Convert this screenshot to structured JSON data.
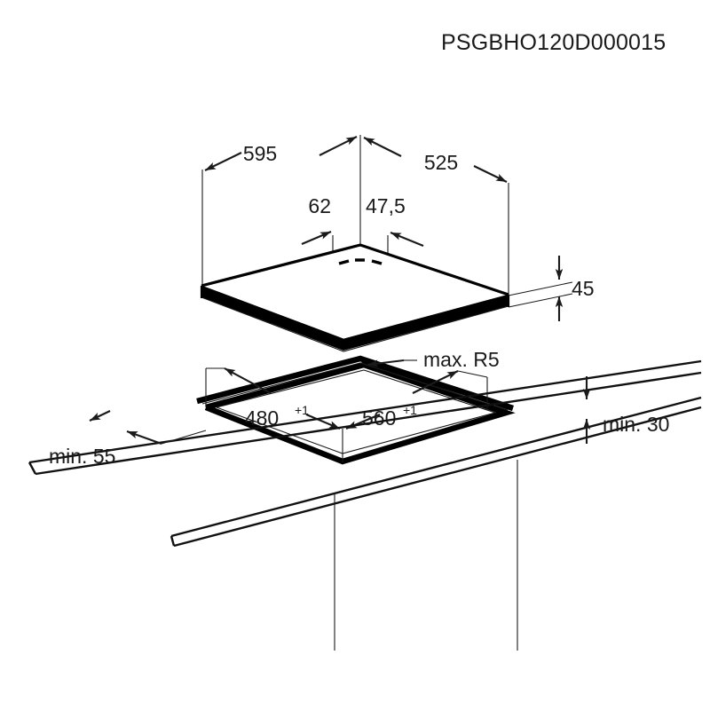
{
  "document": {
    "code": "PSGBHO120D000015",
    "type": "technical-installation-drawing",
    "subject": "Built-in hob and worktop cut-out dimensions",
    "units": "mm"
  },
  "colors": {
    "line": "#1a1a1a",
    "body": "#000000",
    "background": "#ffffff"
  },
  "dimensions": {
    "appliance_width": "595",
    "appliance_depth": "525",
    "offset_left": "62",
    "offset_right": "47,5",
    "appliance_height": "45",
    "cutout_depth": "480",
    "cutout_depth_tol": "+1",
    "cutout_width": "560",
    "cutout_width_tol": "+1",
    "corner_radius": "max. R5",
    "worktop_thickness_min": "min. 30",
    "rear_clearance_min": "min. 55"
  },
  "labels": {
    "l_595": "595",
    "l_525": "525",
    "l_62": "62",
    "l_475": "47,5",
    "l_45": "45",
    "l_480": "480",
    "l_480_sup": "+1",
    "l_560": "560",
    "l_560_sup": "+1",
    "l_r5": "max. R5",
    "l_min30": "min. 30",
    "l_min55": "min. 55"
  }
}
